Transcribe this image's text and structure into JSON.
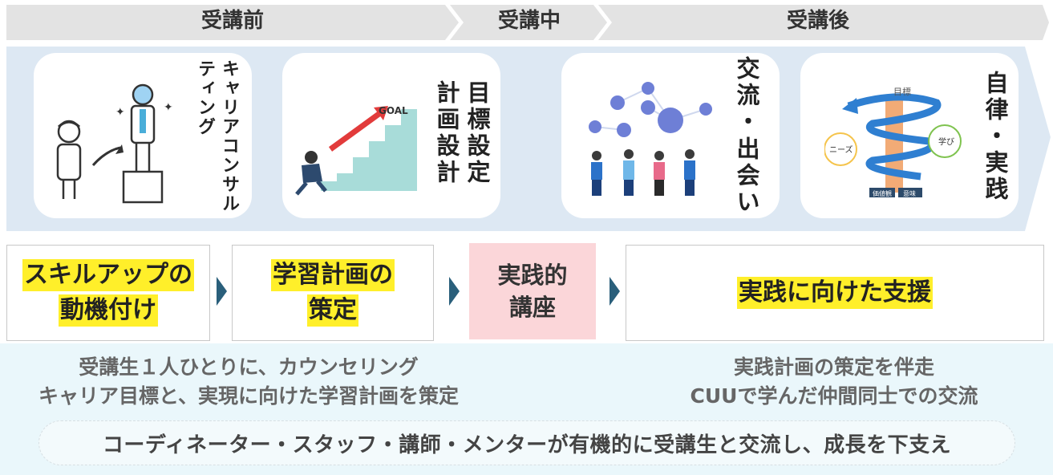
{
  "phases": {
    "before": "受講前",
    "during": "受講中",
    "after": "受講後"
  },
  "cards": {
    "career": "キャリアコンサルティング",
    "goal_title_col1": "目標設定",
    "goal_title_col2": "計画設計",
    "goal_sign": "GOAL",
    "exchange_col1": "交流・",
    "exchange_col2": "出会い",
    "autonomy": "自律・実践",
    "spiral_top": "目標",
    "spiral_left": "ニーズ",
    "spiral_right": "学び",
    "spiral_bottom_left": "価値観",
    "spiral_bottom_right": "意味"
  },
  "steps": {
    "s1_line1": "スキルアップの",
    "s1_line2": "動機付け",
    "s2_line1": "学習計画の",
    "s2_line2": "策定",
    "s3_line1": "実践的",
    "s3_line2": "講座",
    "s4": "実践に向けた支援"
  },
  "descriptions": {
    "left_line1": "受講生１人ひとりに、カウンセリング",
    "left_line2": "キャリア目標と、実現に向けた学習計画を策定",
    "right_line1": "実践計画の策定を伴走",
    "right_line2": "CUUで学んだ仲間同士での交流"
  },
  "footer": "コーディネーター・スタッフ・講師・メンターが有機的に受講生と交流し、成長を下支え",
  "colors": {
    "band": "#dde8f3",
    "arrow": "#e3e3e3",
    "highlight": "#ffef2a",
    "pink": "#fbd6d9",
    "chevron": "#2a5f7b"
  }
}
